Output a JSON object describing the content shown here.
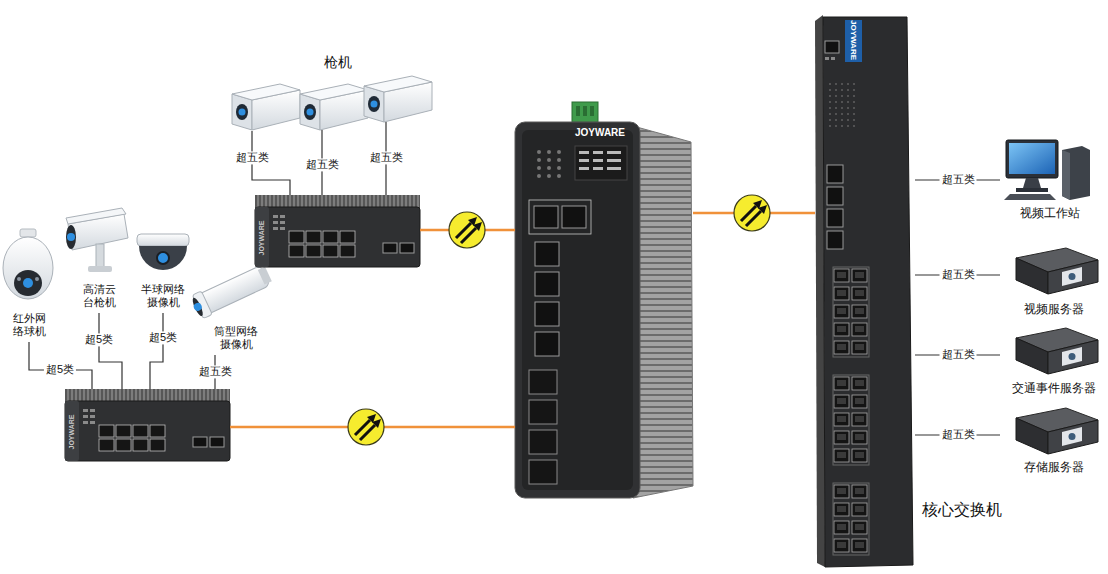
{
  "diagram": {
    "nodes": [
      {
        "text": [
          "红外网 络球机"
        ]
      },
      {
        "text": [
          "高清云 台枪机"
        ]
      },
      {
        "text": [
          "半球网络 摄像机"
        ]
      },
      {
        "text": [
          "筒型网络 摄像机"
        ]
      },
      {
        "text": [
          "JOYWARE"
        ]
      },
      {
        "text": [
          "JOYWARE"
        ]
      },
      {
        "text": [
          "JOYWARE"
        ]
      },
      {
        "text": [
          "JOYWARE",
          "核心交换机"
        ]
      },
      {
        "text": [
          "视频工作站"
        ]
      },
      {
        "text": [
          "视频服务器"
        ]
      },
      {
        "text": [
          "交通事件服务器"
        ]
      },
      {
        "text": [
          "存储服务器"
        ]
      }
    ],
    "edges": [
      {
        "from": 0,
        "to": 5,
        "arrow": "none",
        "label": "超5类"
      },
      {
        "from": 1,
        "to": 5,
        "arrow": "none",
        "label": "超5类"
      },
      {
        "from": 2,
        "to": 5,
        "arrow": "none",
        "label": "超5类"
      },
      {
        "from": 3,
        "to": 5,
        "arrow": "none",
        "label": "超五类"
      },
      {
        "from": 4,
        "to": 6,
        "arrow": "none"
      },
      {
        "from": 5,
        "to": 6,
        "arrow": "none"
      },
      {
        "from": 6,
        "to": 7,
        "arrow": "none"
      },
      {
        "from": 7,
        "to": 8,
        "arrow": "none",
        "label": "超五类"
      },
      {
        "from": 7,
        "to": 9,
        "arrow": "none",
        "label": "超五类"
      },
      {
        "from": 7,
        "to": 10,
        "arrow": "none",
        "label": "超五类"
      },
      {
        "from": 7,
        "to": 11,
        "arrow": "none",
        "label": "超五类"
      }
    ],
    "labels": [
      "枪机",
      "超五类",
      "超五类",
      "超五类"
    ]
  }
}
